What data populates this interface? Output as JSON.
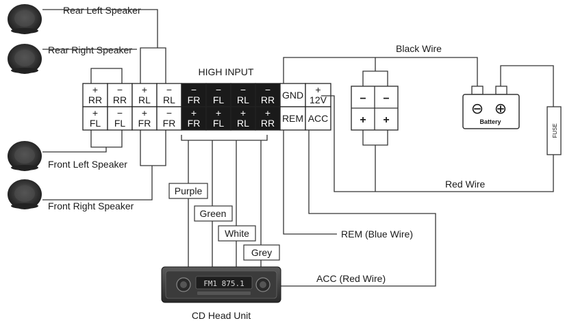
{
  "speakers": {
    "rear_left": "Rear Left Speaker",
    "rear_right": "Rear Right Speaker",
    "front_left": "Front Left Speaker",
    "front_right": "Front Right Speaker"
  },
  "terminal_block": {
    "high_input_title": "HIGH INPUT",
    "top_row": [
      {
        "sign": "+",
        "label": "RR",
        "dark": false
      },
      {
        "sign": "−",
        "label": "RR",
        "dark": false
      },
      {
        "sign": "+",
        "label": "RL",
        "dark": false
      },
      {
        "sign": "−",
        "label": "RL",
        "dark": false
      },
      {
        "sign": "−",
        "label": "FR",
        "dark": true
      },
      {
        "sign": "−",
        "label": "FL",
        "dark": true
      },
      {
        "sign": "−",
        "label": "RL",
        "dark": true
      },
      {
        "sign": "−",
        "label": "RR",
        "dark": true
      },
      {
        "sign": "",
        "label": "GND",
        "dark": false
      },
      {
        "sign": "+",
        "label": "12V",
        "dark": false
      }
    ],
    "bottom_row": [
      {
        "sign": "+",
        "label": "FL",
        "dark": false
      },
      {
        "sign": "−",
        "label": "FL",
        "dark": false
      },
      {
        "sign": "+",
        "label": "FR",
        "dark": false
      },
      {
        "sign": "−",
        "label": "FR",
        "dark": false
      },
      {
        "sign": "+",
        "label": "FR",
        "dark": true
      },
      {
        "sign": "+",
        "label": "FL",
        "dark": true
      },
      {
        "sign": "+",
        "label": "RL",
        "dark": true
      },
      {
        "sign": "+",
        "label": "RR",
        "dark": true
      },
      {
        "sign": "",
        "label": "REM",
        "dark": false
      },
      {
        "sign": "",
        "label": "ACC",
        "dark": false
      }
    ]
  },
  "capacitor": {
    "top": [
      "−",
      "−"
    ],
    "bottom": [
      "+",
      "+"
    ]
  },
  "battery": {
    "label": "Battery",
    "neg": "⊖",
    "pos": "⊕"
  },
  "fuse_label": "FUSE",
  "wire_labels": {
    "black": "Black Wire",
    "red": "Red Wire",
    "rem": "REM (Blue Wire)",
    "acc": "ACC (Red Wire)"
  },
  "color_tags": {
    "purple": "Purple",
    "green": "Green",
    "white": "White",
    "grey": "Grey"
  },
  "head_unit": {
    "label": "CD Head Unit",
    "display": "FM1 875.1"
  }
}
